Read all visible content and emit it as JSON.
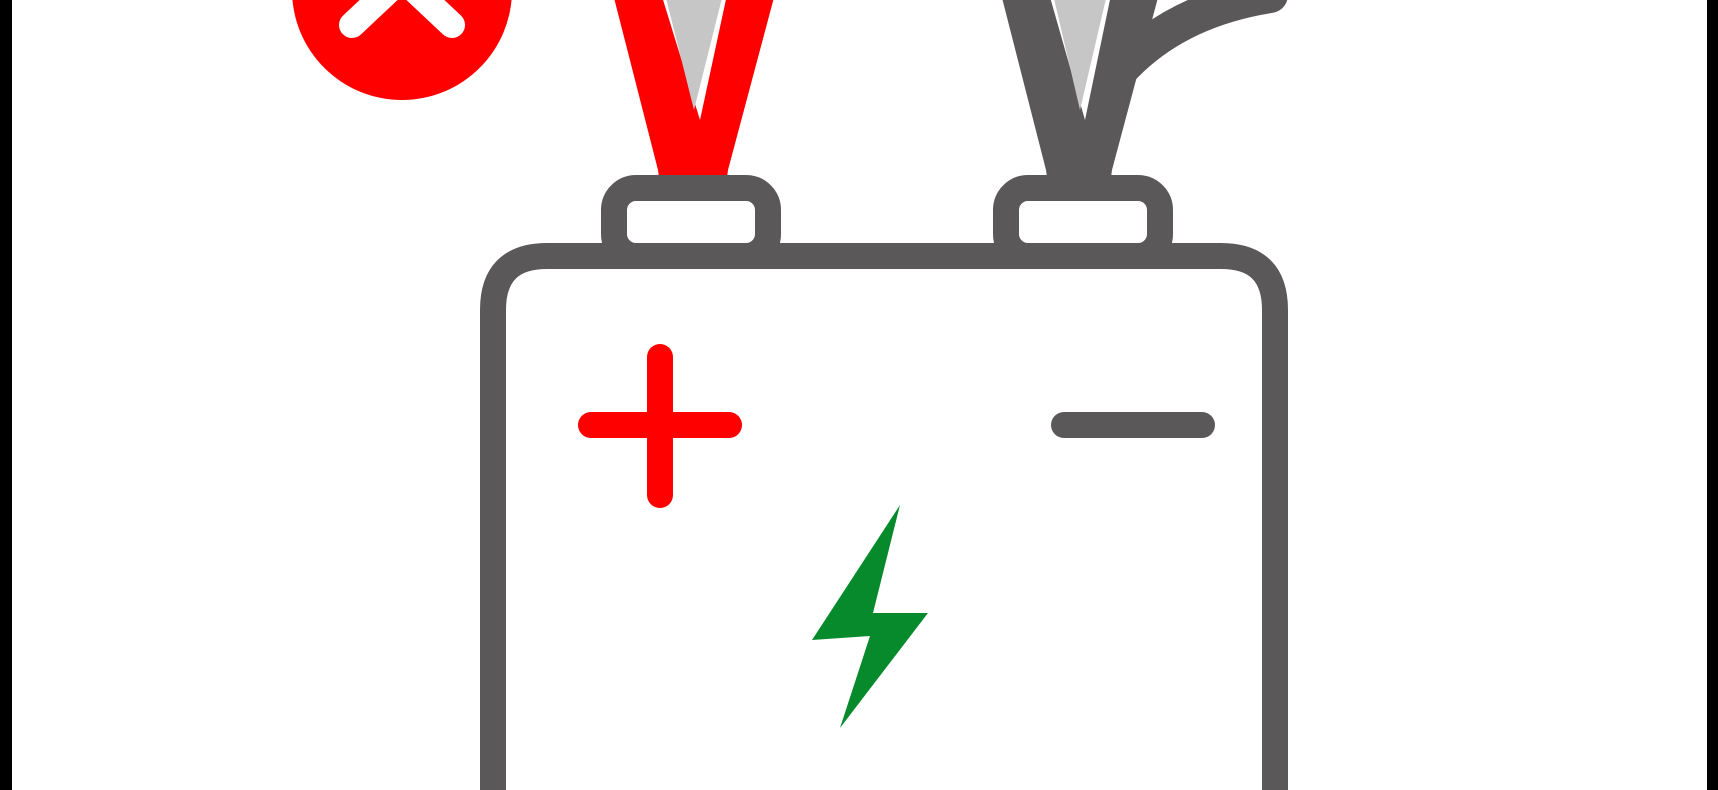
{
  "illustration": {
    "subject": "battery-jumper-cable-connection",
    "status_icon": "error-x-icon",
    "battery": {
      "positive_symbol": "plus-icon",
      "negative_symbol": "minus-icon",
      "charge_symbol": "lightning-bolt-icon"
    },
    "clamps": {
      "positive_clamp": "positive-cable-clamp",
      "negative_clamp": "negative-cable-clamp"
    }
  },
  "colors": {
    "frame": "#000000",
    "background": "#ffffff",
    "outline": "#5b5859",
    "positive": "#ff0000",
    "negative": "#5b5859",
    "clamp_jaw_inner": "#c6c6c6",
    "charge": "#068a2c",
    "error_mark": "#ffffff"
  }
}
